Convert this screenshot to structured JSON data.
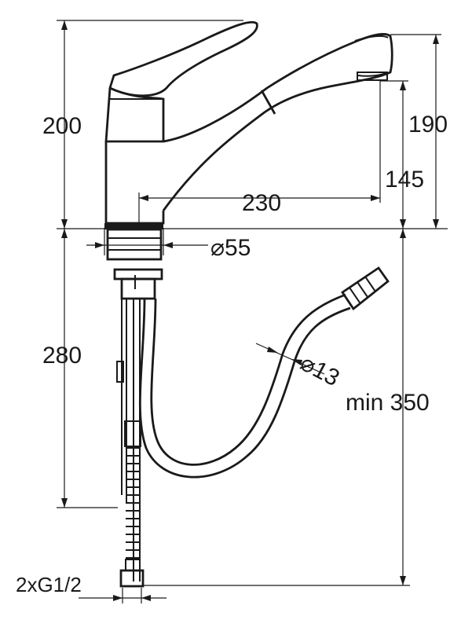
{
  "dimensions": {
    "total_height": "200",
    "spout_height": "190",
    "outlet_height": "145",
    "reach": "230",
    "base_diameter": "⌀55",
    "hose_diameter": "⌀13",
    "below_counter": "280",
    "hose_min_length": "min 350",
    "connection": "2xG1/2"
  }
}
